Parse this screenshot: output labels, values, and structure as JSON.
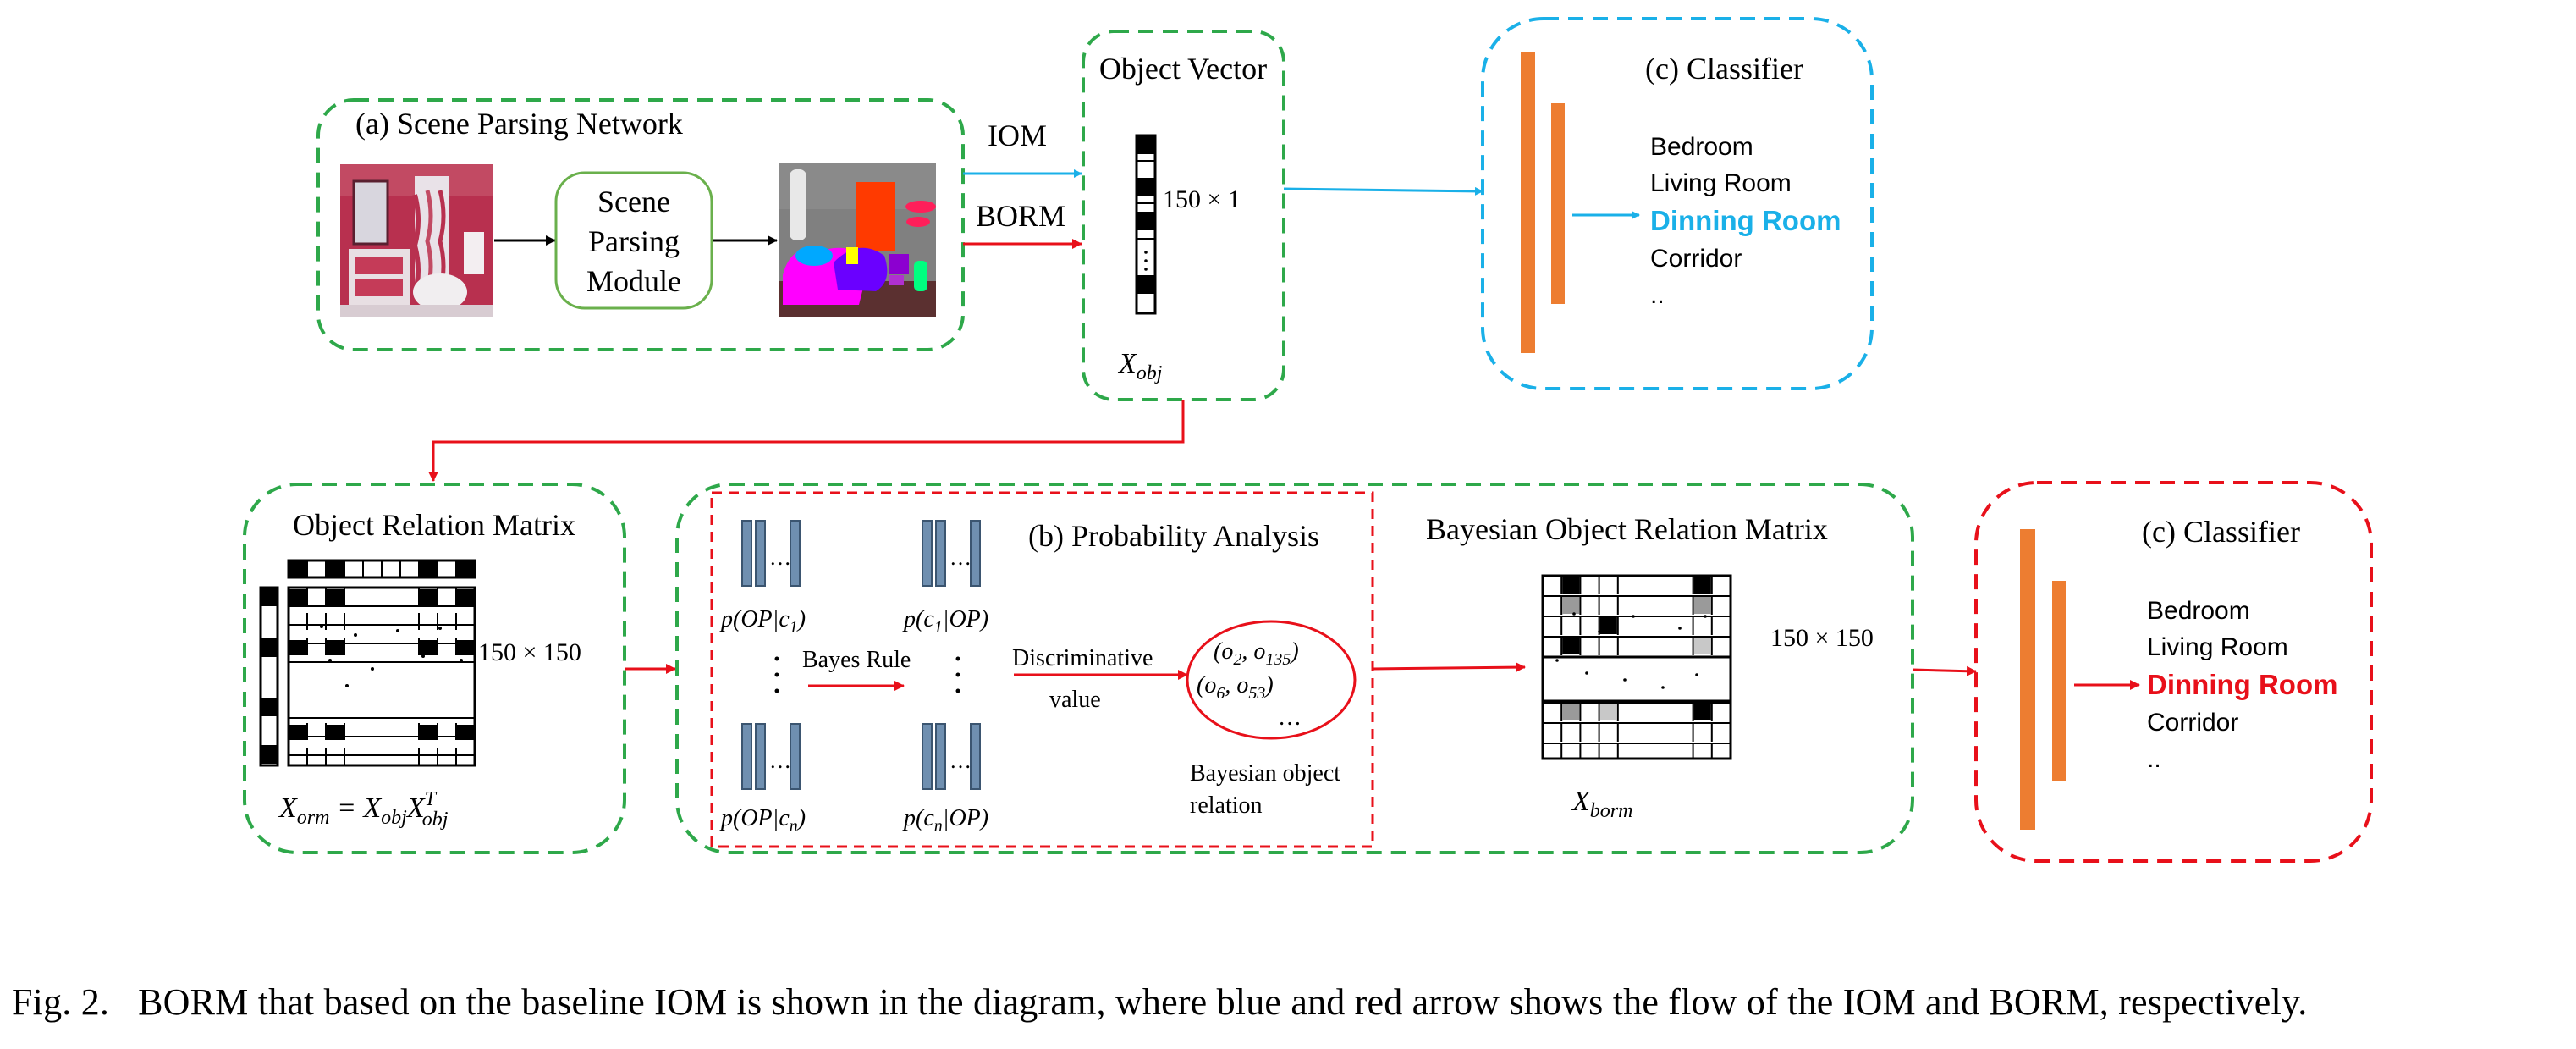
{
  "scene_parsing": {
    "title": "(a) Scene Parsing Network",
    "module_lines": [
      "Scene",
      "Parsing",
      "Module"
    ]
  },
  "object_vector": {
    "title": "Object Vector",
    "size": "150 × 1",
    "symbol": "X",
    "symbol_sub": "obj"
  },
  "flows": {
    "iom_label": "IOM",
    "borm_label": "BORM"
  },
  "classifier_top": {
    "title": "(c) Classifier",
    "items": [
      "Bedroom",
      "Living Room",
      "Dinning Room",
      "Corridor",
      ".."
    ],
    "highlight_color": "#1ab0e8"
  },
  "object_relation": {
    "title": "Object Relation Matrix",
    "size": "150 × 150",
    "formula_lhs": "X",
    "formula_lhs_sub": "orm",
    "formula_eq": " = X",
    "formula_r1_sub": "obj",
    "formula_r2": "X",
    "formula_r2_sup": "T",
    "formula_r2_sub": "obj"
  },
  "probability": {
    "title": "(b) Probability Analysis",
    "p_op_c1": "p(OP|c",
    "p_op_c1_sub": "1",
    "p_c1_op": "p(c",
    "p_c1_op_sub": "1",
    "p_c1_op_tail": "|OP)",
    "p_op_cn": "p(OP|c",
    "p_op_cn_sub": "n",
    "p_cn_op": "p(c",
    "p_cn_op_sub": "n",
    "p_cn_op_tail": "|OP)",
    "bayes_rule": "Bayes Rule",
    "discriminative": "Discriminative",
    "value": "value",
    "pair1": "(o",
    "pair1_a": "2",
    "pair1_mid": ", o",
    "pair1_b": "135",
    "pair2": "(o",
    "pair2_a": "6",
    "pair2_mid": ", o",
    "pair2_b": "53",
    "ellipsis": "…",
    "bayes_obj_line1": "Bayesian object",
    "bayes_obj_line2": "relation"
  },
  "bayesian_matrix": {
    "title": "Bayesian Object Relation Matrix",
    "size": "150 × 150",
    "symbol": "X",
    "symbol_sub": "borm"
  },
  "classifier_bottom": {
    "title": "(c) Classifier",
    "items": [
      "Bedroom",
      "Living Room",
      "Dinning Room",
      "Corridor",
      ".."
    ],
    "highlight_color": "#e8101a"
  },
  "colors": {
    "green_dash": "#2ea84a",
    "blue_dash": "#1ab0e8",
    "red_dash": "#e8101a",
    "orange_bar": "#ed7d31",
    "steel_bar": "#6f8fb0"
  },
  "caption": {
    "label": "Fig. 2.",
    "text": "BORM that based on the baseline IOM is shown in the diagram, where blue and red arrow shows the flow of the IOM and BORM, respectively."
  }
}
